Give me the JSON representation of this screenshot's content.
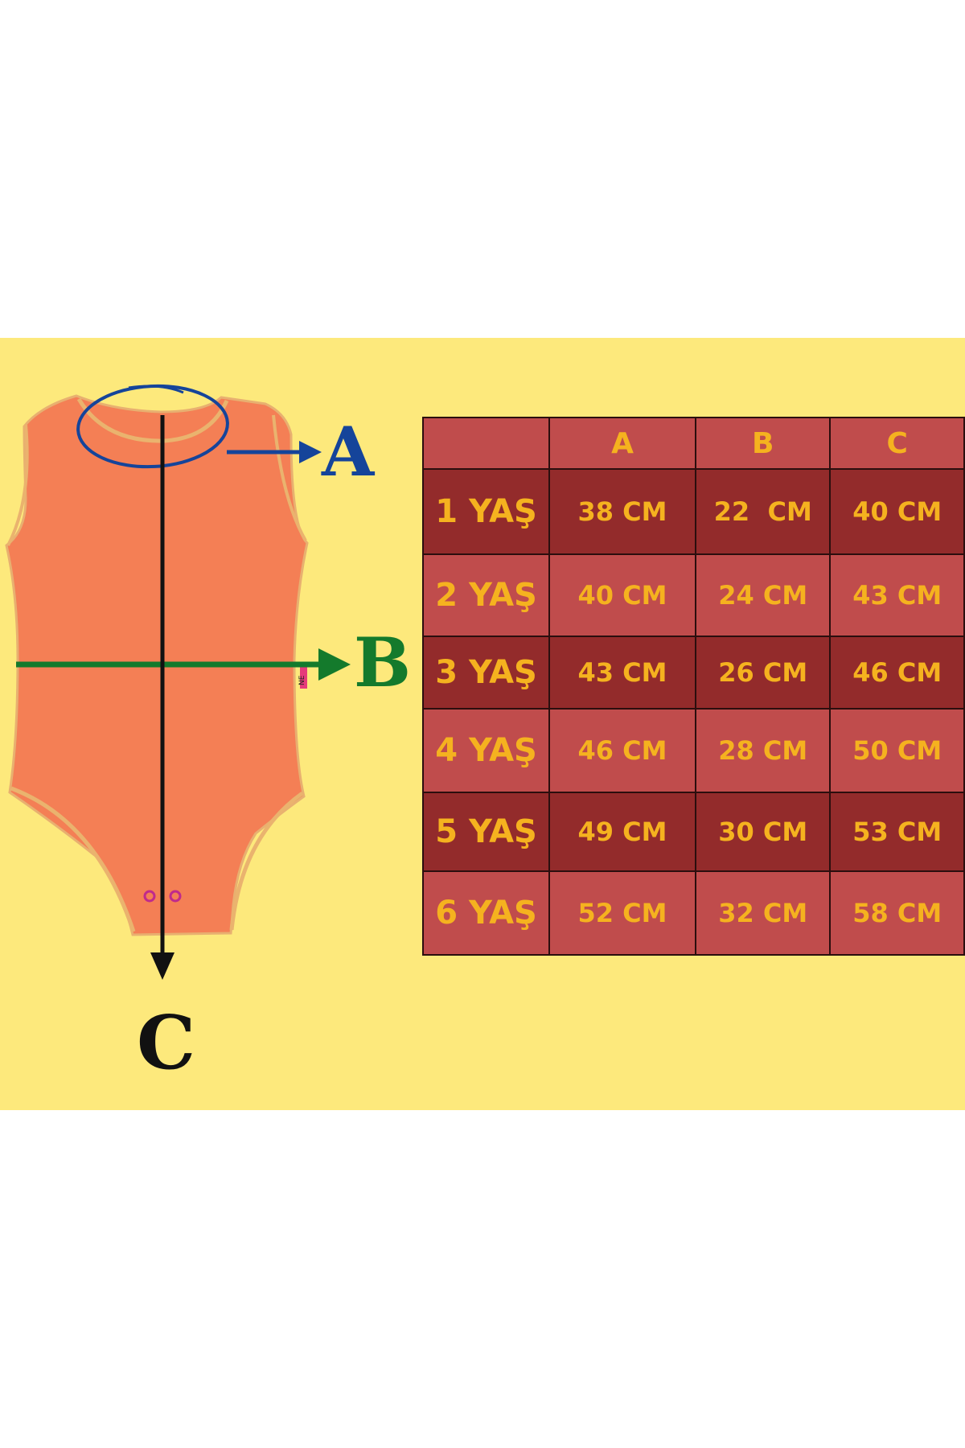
{
  "colors": {
    "panel_background": "#fde97c",
    "garment": "#f47f55",
    "arrow_a": "#15449a",
    "arrow_b": "#147a2c",
    "arrow_c": "#111111",
    "table_light": "#c04c4c",
    "table_dark": "#932b2b",
    "table_text": "#f5b21f"
  },
  "labels": {
    "a": "A",
    "b": "B",
    "c": "C"
  },
  "garment_tag": "NE",
  "table": {
    "corner": "",
    "headers": [
      "A",
      "B",
      "C"
    ],
    "rows": [
      {
        "age": "1 YAŞ",
        "a": "38 CM",
        "b": "22  CM",
        "c": "40 CM"
      },
      {
        "age": "2 YAŞ",
        "a": "40 CM",
        "b": "24 CM",
        "c": "43 CM"
      },
      {
        "age": "3 YAŞ",
        "a": "43 CM",
        "b": "26 CM",
        "c": "46 CM"
      },
      {
        "age": "4 YAŞ",
        "a": "46 CM",
        "b": "28 CM",
        "c": "50 CM"
      },
      {
        "age": "5 YAŞ",
        "a": "49 CM",
        "b": "30 CM",
        "c": "53 CM"
      },
      {
        "age": "6 YAŞ",
        "a": "52 CM",
        "b": "32 CM",
        "c": "58 CM"
      }
    ]
  }
}
